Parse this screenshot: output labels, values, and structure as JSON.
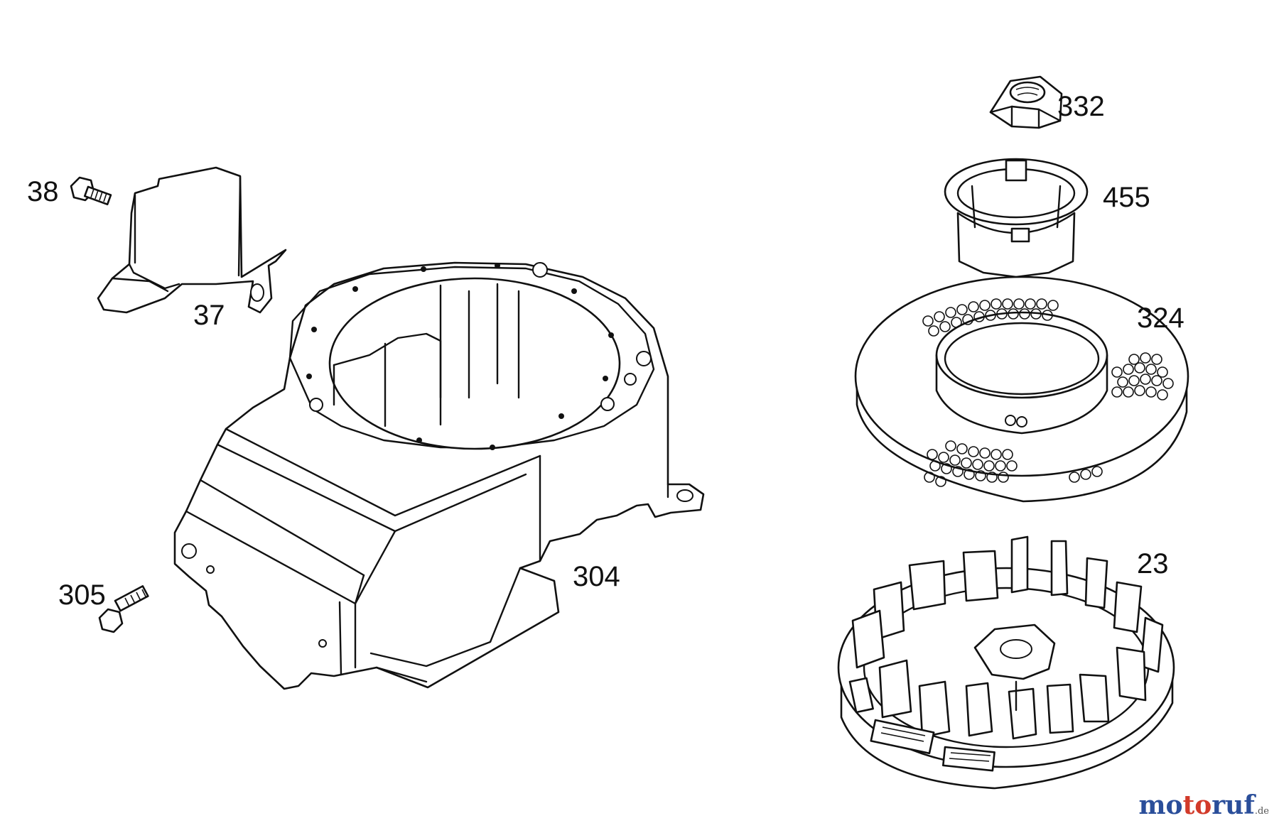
{
  "diagram": {
    "parts": [
      {
        "id": "part-38",
        "label": "38",
        "name": "screw"
      },
      {
        "id": "part-37",
        "label": "37",
        "name": "air-guide"
      },
      {
        "id": "part-304",
        "label": "304",
        "name": "blower-housing"
      },
      {
        "id": "part-305",
        "label": "305",
        "name": "bolt"
      },
      {
        "id": "part-332",
        "label": "332",
        "name": "flywheel-nut"
      },
      {
        "id": "part-455",
        "label": "455",
        "name": "starter-cup"
      },
      {
        "id": "part-324",
        "label": "324",
        "name": "rotating-screen"
      },
      {
        "id": "part-23",
        "label": "23",
        "name": "flywheel"
      }
    ]
  },
  "watermark": {
    "part1": "mo",
    "part2": "to",
    "part3": "ruf",
    "suffix": ".de"
  }
}
